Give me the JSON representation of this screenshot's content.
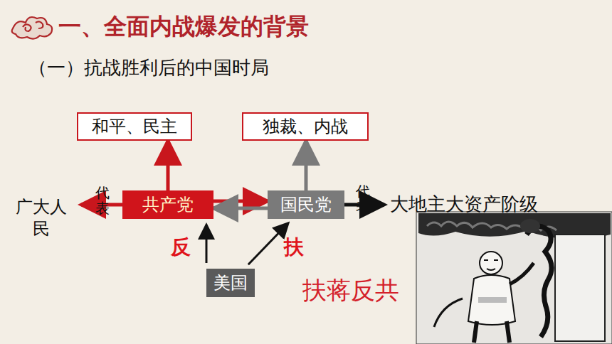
{
  "diagram": {
    "title": "一、全面内战爆发的背景",
    "nodes": [
      {
        "text": [
          "和平、民主"
        ]
      },
      {
        "text": [
          "独裁、内战"
        ]
      },
      {
        "text": [
          "共产党"
        ]
      },
      {
        "text": [
          "国民党"
        ]
      },
      {
        "text": [
          "美国"
        ]
      }
    ],
    "edges": [
      {
        "from": 2,
        "to": 0,
        "arrow": "to"
      },
      {
        "from": 3,
        "to": 1,
        "arrow": "to"
      },
      {
        "from": 2,
        "to": 3,
        "arrow": "to"
      },
      {
        "from": 3,
        "to": 2,
        "arrow": "to"
      },
      {
        "from": 4,
        "to": 2,
        "arrow": "to",
        "label": "反"
      },
      {
        "from": 4,
        "to": 3,
        "arrow": "to",
        "label": "扶"
      }
    ],
    "labels": [
      "（一）抗战胜利后的中国时局",
      "广大人民",
      "代表",
      "代表",
      "大地主大资产阶级",
      "扶蒋反共"
    ]
  }
}
